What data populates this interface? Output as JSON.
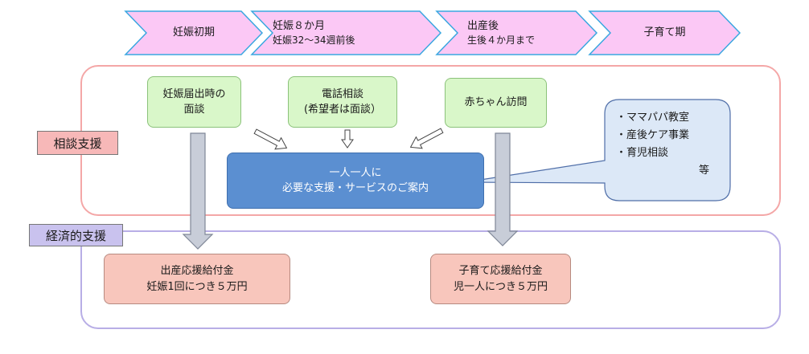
{
  "phases": [
    {
      "line1": "妊娠初期",
      "line2": ""
    },
    {
      "line1": "妊娠８か月",
      "line2": "妊娠32～34週前後"
    },
    {
      "line1": "出産後",
      "line2": "生後４か月まで"
    },
    {
      "line1": "子育て期",
      "line2": ""
    }
  ],
  "consultation": {
    "label": "相談支援",
    "boxes": [
      {
        "line1": "妊娠届出時の",
        "line2": "面談"
      },
      {
        "line1": "電話相談",
        "line2": "(希望者は面談）"
      },
      {
        "line1": "赤ちゃん訪問",
        "line2": ""
      }
    ],
    "center": {
      "line1": "一人一人に",
      "line2": "必要な支援・サービスのご案内"
    },
    "callout": {
      "items": [
        "・ママパパ教室",
        "・産後ケア事業",
        "・育児相談"
      ],
      "suffix": "等"
    }
  },
  "economic": {
    "label": "経済的支援",
    "boxes": [
      {
        "line1": "出産応援給付金",
        "line2": "妊娠1回につき５万円"
      },
      {
        "line1": "子育て応援給付金",
        "line2": "児一人につき５万円"
      }
    ]
  },
  "colors": {
    "phase_fill": "#fbc8f5",
    "phase_stroke": "#3aa7e0",
    "consult_border": "#f4a7a7",
    "econ_border": "#b8aee6",
    "green_box": "#d9f7c9",
    "blue_box": "#5b8fd1",
    "pink_box": "#f8c6bc",
    "callout_fill": "#dce8f7",
    "gray_arrow": "#c8cdd8"
  }
}
